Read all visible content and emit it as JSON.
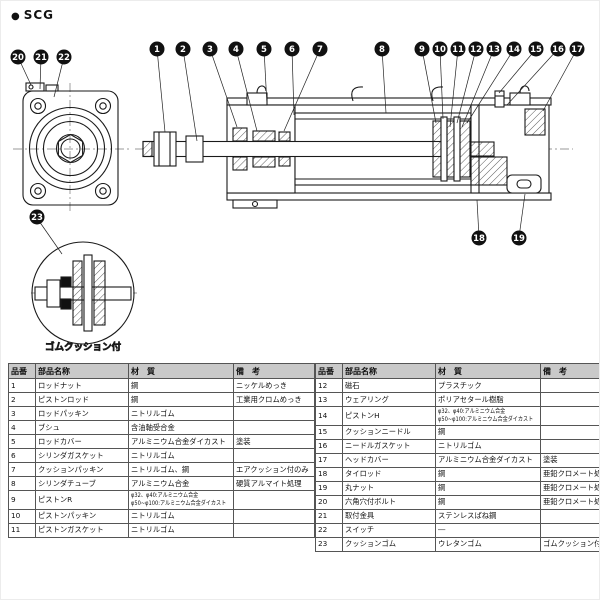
{
  "header": {
    "bullet": "●",
    "label": "SCG"
  },
  "diagram": {
    "callouts": {
      "c1": "1",
      "c2": "2",
      "c3": "3",
      "c4": "4",
      "c5": "5",
      "c6": "6",
      "c7": "7",
      "c8": "8",
      "c9": "9",
      "c10": "10",
      "c11": "11",
      "c12": "12",
      "c13": "13",
      "c14": "14",
      "c15": "15",
      "c16": "16",
      "c17": "17",
      "c18": "18",
      "c19": "19",
      "c20": "20",
      "c21": "21",
      "c22": "22",
      "c23": "23"
    },
    "detail_caption": "ゴムクッション付"
  },
  "table": {
    "headers": [
      "品番",
      "部品名称",
      "材　質",
      "備　考"
    ],
    "left_rows": [
      [
        "1",
        "ロッドナット",
        "鋼",
        "ニッケルめっき"
      ],
      [
        "2",
        "ピストンロッド",
        "鋼",
        "工業用クロムめっき"
      ],
      [
        "3",
        "ロッドパッキン",
        "ニトリルゴム",
        ""
      ],
      [
        "4",
        "ブシュ",
        "含油軸受合金",
        ""
      ],
      [
        "5",
        "ロッドカバー",
        "アルミニウム合金ダイカスト",
        "塗装"
      ],
      [
        "6",
        "シリンダガスケット",
        "ニトリルゴム",
        ""
      ],
      [
        "7",
        "クッションパッキン",
        "ニトリルゴム、鋼",
        "エアクッション付のみ"
      ],
      [
        "8",
        "シリンダチューブ",
        "アルミニウム合金",
        "硬質アルマイト処理"
      ],
      [
        "9",
        "ピストンR",
        [
          "φ32、φ40:アルミニウム合金",
          "φ50~φ100:アルミニウム合金ダイカスト"
        ],
        ""
      ],
      [
        "10",
        "ピストンパッキン",
        "ニトリルゴム",
        ""
      ],
      [
        "11",
        "ピストンガスケット",
        "ニトリルゴム",
        ""
      ]
    ],
    "right_rows": [
      [
        "12",
        "磁石",
        "プラスチック",
        ""
      ],
      [
        "13",
        "ウェアリング",
        "ポリアセタール樹脂",
        ""
      ],
      [
        "14",
        "ピストンH",
        [
          "φ32、φ40:アルミニウム合金",
          "φ50~φ100:アルミニウム合金ダイカスト"
        ],
        ""
      ],
      [
        "15",
        "クッションニードル",
        "鋼",
        ""
      ],
      [
        "16",
        "ニードルガスケット",
        "ニトリルゴム",
        ""
      ],
      [
        "17",
        "ヘッドカバー",
        "アルミニウム合金ダイカスト",
        "塗装"
      ],
      [
        "18",
        "タイロッド",
        "鋼",
        "亜鉛クロメート処理"
      ],
      [
        "19",
        "丸ナット",
        "鋼",
        "亜鉛クロメート処理"
      ],
      [
        "20",
        "六角穴付ボルト",
        "鋼",
        "亜鉛クロメート処理"
      ],
      [
        "21",
        "取付金具",
        "ステンレスばね鋼",
        ""
      ],
      [
        "22",
        "スイッチ",
        "―",
        ""
      ],
      [
        "23",
        "クッションゴム",
        "ウレタンゴム",
        "ゴムクッション付のみ"
      ]
    ]
  }
}
